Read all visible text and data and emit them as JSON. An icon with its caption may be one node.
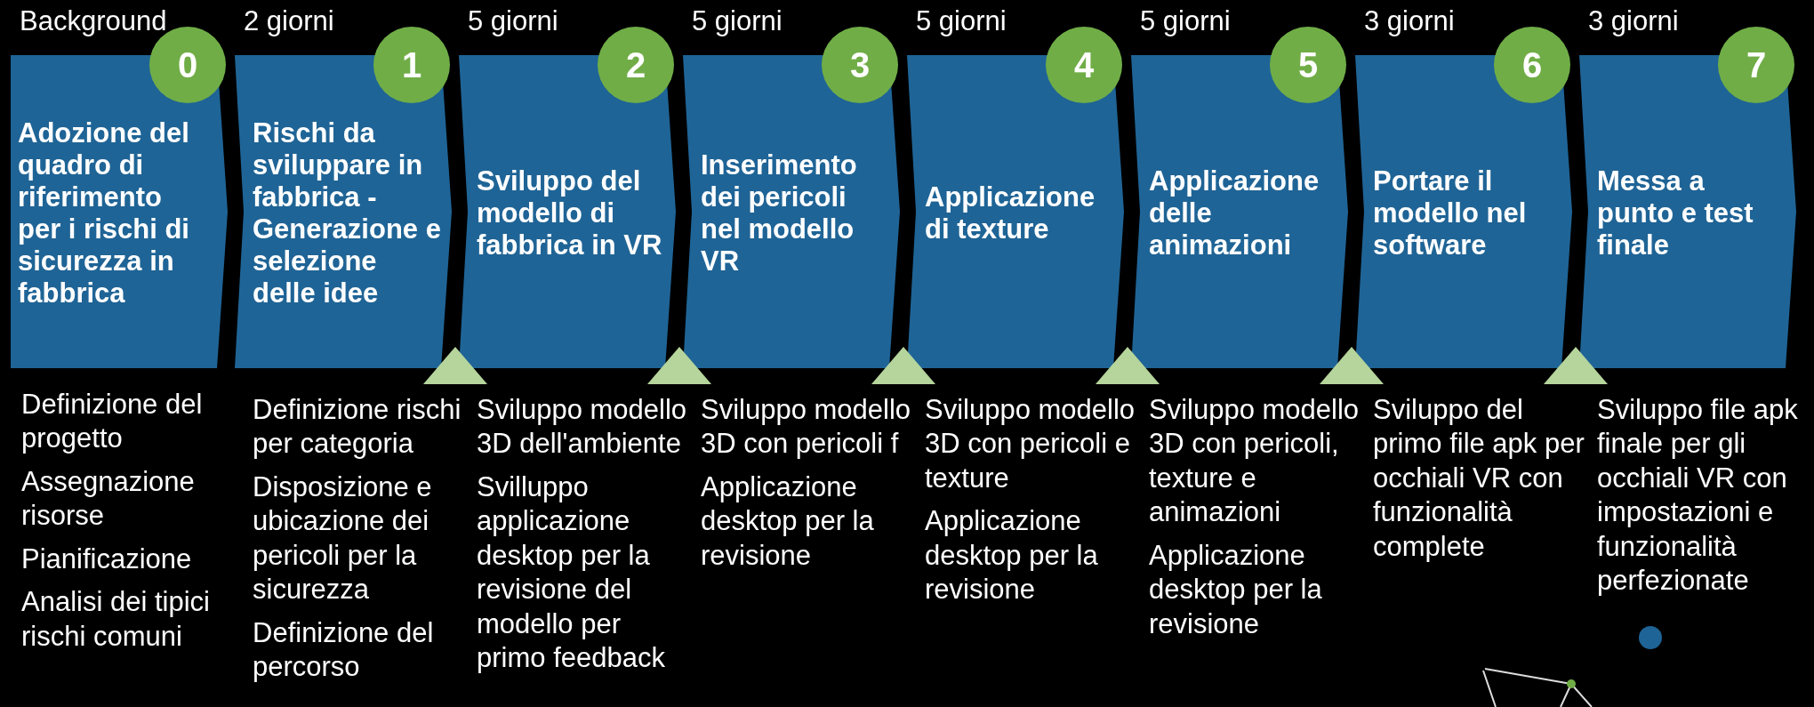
{
  "diagram": {
    "nodes": [
      {
        "text": [
          "Adozione del quadro di riferimento per i rischi di sicurezza in fabbrica"
        ],
        "beside": [
          "Definizione del progetto",
          "Assegnazione risorse",
          "Pianificazione",
          "Analisi dei tipici rischi comuni"
        ]
      },
      {
        "text": [
          "Rischi da sviluppare in fabbrica - Generazione e selezione delle idee"
        ],
        "beside": [
          "Definizione rischi per categoria",
          "Disposizione e ubicazione dei pericoli per la sicurezza",
          "Definizione del percorso"
        ]
      },
      {
        "text": [
          "Sviluppo del modello di fabbrica in VR"
        ],
        "beside": [
          "Sviluppo modello 3D dell'ambiente",
          "Svilluppo applicazione desktop per la revisione del modello per primo feedback"
        ]
      },
      {
        "text": [
          "Inserimento dei pericoli nel modello VR"
        ],
        "beside": [
          "Sviluppo modello 3D con pericoli f",
          "Applicazione desktop per la revisione"
        ]
      },
      {
        "text": [
          "Applicazione di texture"
        ],
        "beside": [
          "Sviluppo modello 3D con pericoli e texture",
          "Applicazione desktop per la revisione"
        ]
      },
      {
        "text": [
          "Applicazione delle animazioni"
        ],
        "beside": [
          "Sviluppo modello 3D con pericoli, texture e animazioni",
          "Applicazione desktop per la revisione"
        ]
      },
      {
        "text": [
          "Portare il modello nel software"
        ],
        "beside": [
          "Sviluppo del primo file apk per occhiali VR con funzionalità complete"
        ]
      },
      {
        "text": [
          "Messa a punto e test finale"
        ],
        "beside": [
          "Sviluppo file apk finale per gli occhiali VR con impostazioni e funzionalità perfezionate"
        ]
      },
      {
        "text": [
          "0"
        ]
      },
      {
        "text": [
          "1"
        ]
      },
      {
        "text": [
          "2"
        ]
      },
      {
        "text": [
          "3"
        ]
      },
      {
        "text": [
          "4"
        ]
      },
      {
        "text": [
          "5"
        ]
      },
      {
        "text": [
          "6"
        ]
      },
      {
        "text": [
          "7"
        ]
      }
    ],
    "labels": [
      "Background",
      "2 giorni",
      "5 giorni",
      "5 giorni",
      "5 giorni",
      "5 giorni",
      "3 giorni",
      "3 giorni"
    ]
  }
}
